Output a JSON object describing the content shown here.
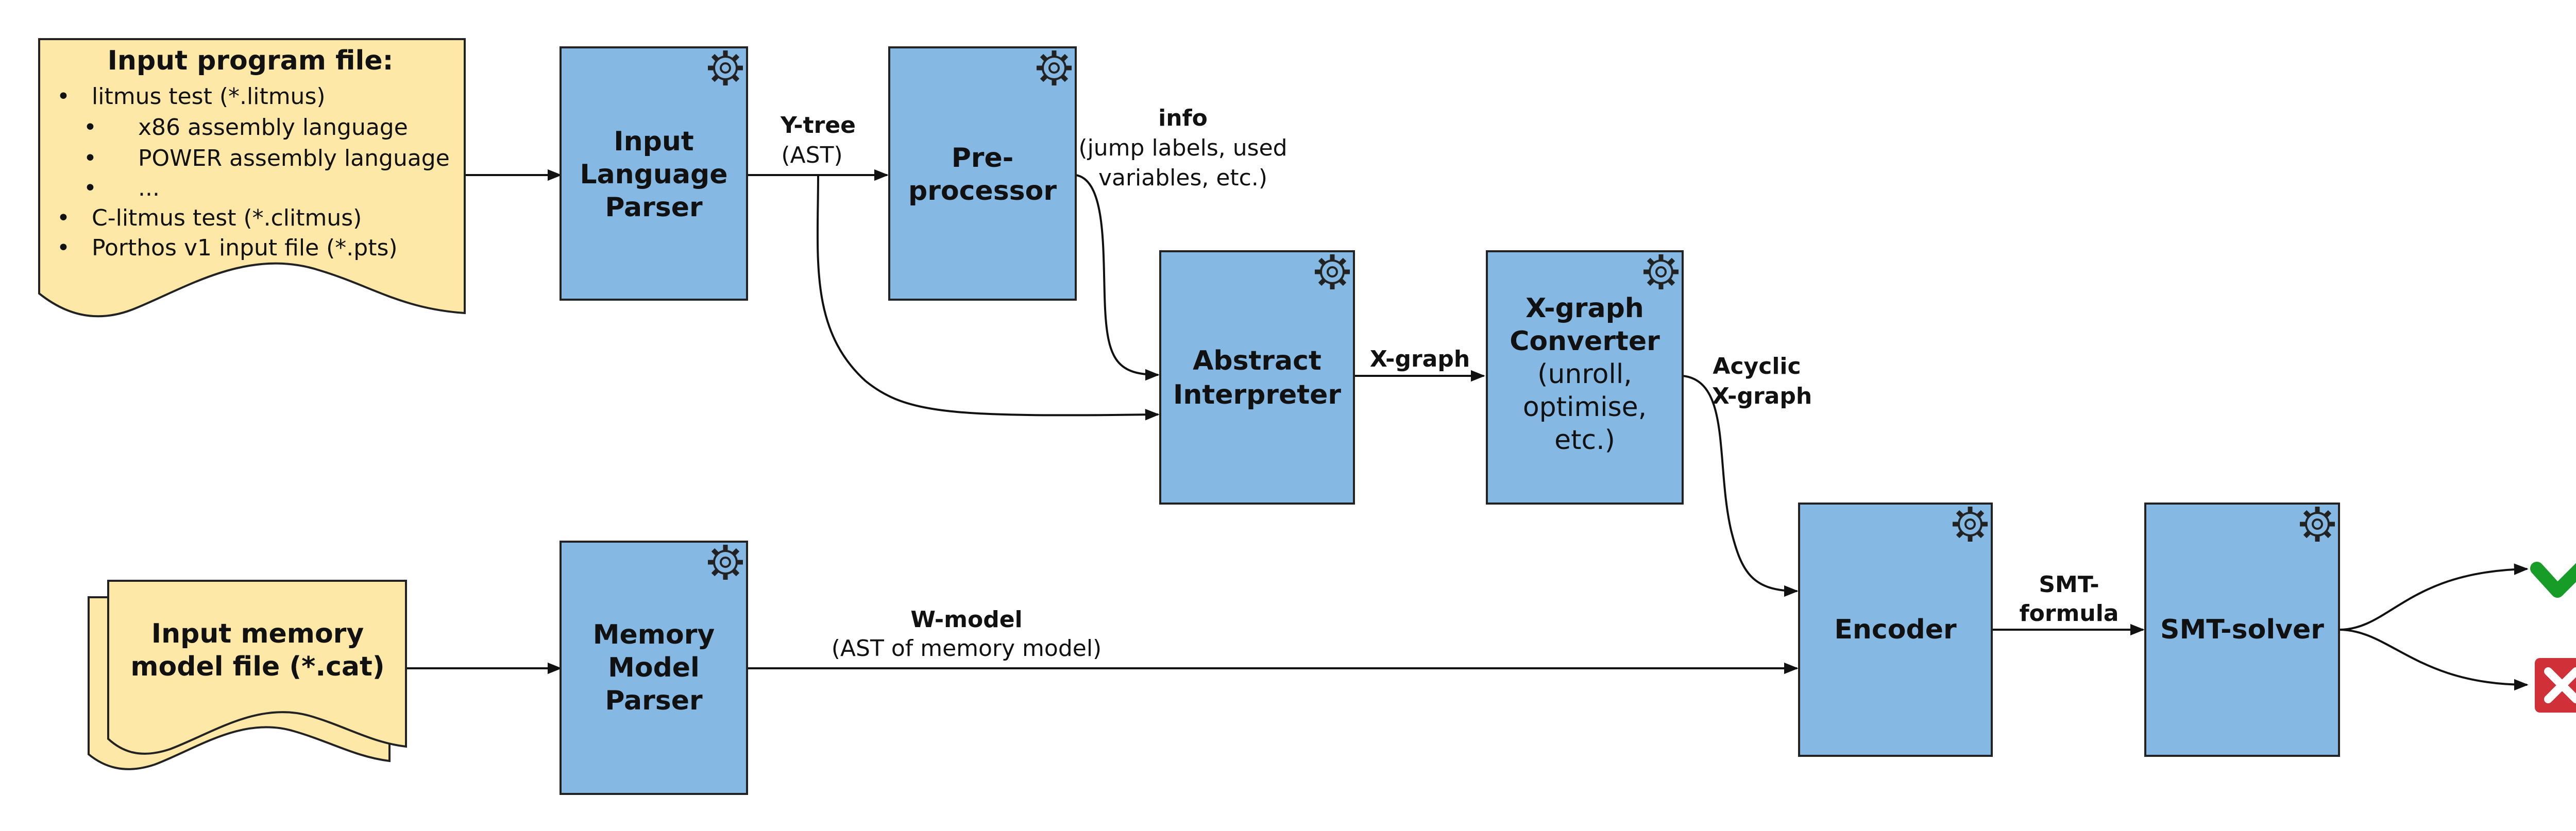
{
  "colors": {
    "box_fill": "#85b8e2",
    "document_fill": "#fde8a8",
    "success": "#169c27",
    "failure": "#d03038"
  },
  "input_program": {
    "title": "Input program file:",
    "items": [
      "litmus test (*.litmus)",
      "x86 assembly language",
      "POWER assembly language",
      "...",
      "C-litmus test (*.clitmus)",
      "Porthos v1 input file (*.pts)"
    ]
  },
  "memory_input": {
    "line1": "Input memory",
    "line2": "model file (*.cat)"
  },
  "boxes": {
    "parser": [
      "Input",
      "Language",
      "Parser"
    ],
    "preprocessor": [
      "Pre-",
      "processor"
    ],
    "interpreter": [
      "Abstract",
      "Interpreter"
    ],
    "converter_title": [
      "X-graph",
      "Converter"
    ],
    "converter_detail": [
      "(unroll,",
      "optimise,",
      "etc.)"
    ],
    "memparser": [
      "Memory",
      "Model",
      "Parser"
    ],
    "encoder": [
      "Encoder"
    ],
    "solver": [
      "SMT-solver"
    ]
  },
  "edges": {
    "ytree_bold": "Y-tree",
    "ytree_sub": "(AST)",
    "info_bold": "info",
    "info_sub1": "(jump labels, used",
    "info_sub2": "variables, etc.)",
    "xgraph": "X-graph",
    "acyclic1": "Acyclic",
    "acyclic2": "X-graph",
    "wmodel_bold": "W-model",
    "wmodel_sub": "(AST of memory model)",
    "smt1": "SMT-",
    "smt2": "formula"
  },
  "icons": {
    "process": "gear-icon",
    "ok": "checkmark-icon",
    "fail": "cross-icon"
  }
}
